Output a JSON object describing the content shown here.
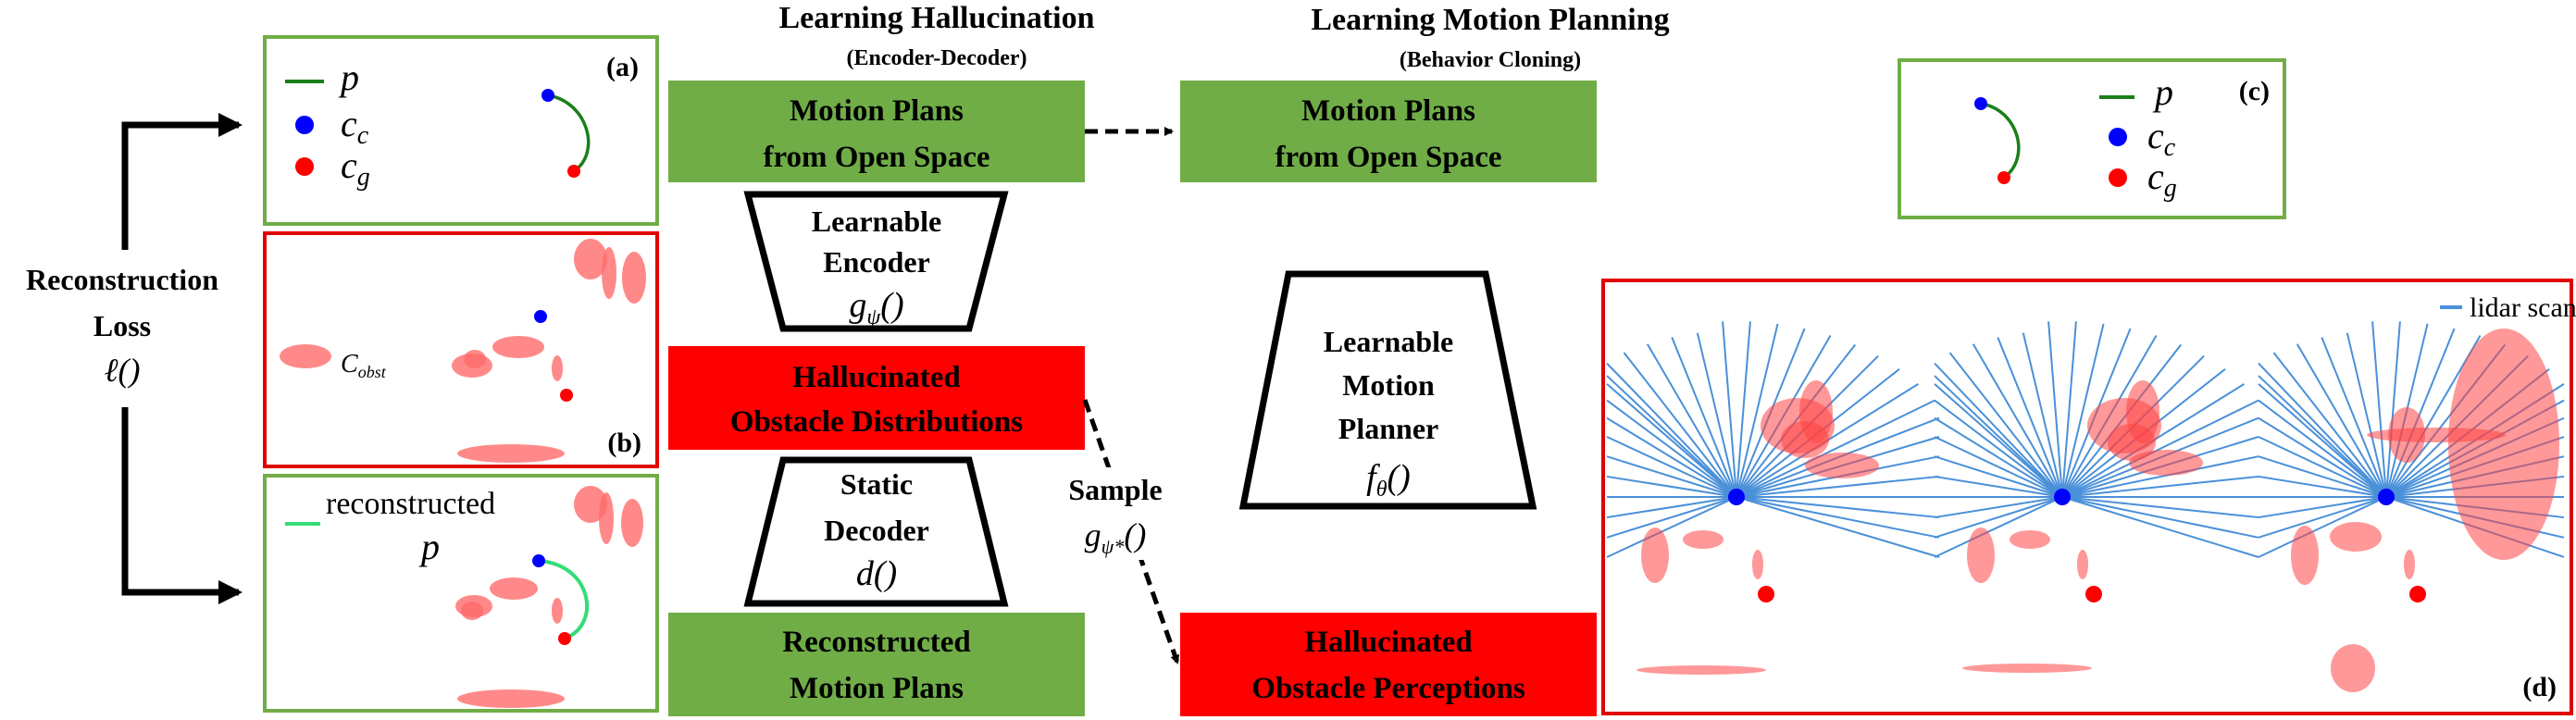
{
  "colors": {
    "green_box": "#70ad47",
    "red_box": "#ff0000",
    "panel_green_border": "#70ad47",
    "panel_red_border": "#e00000",
    "obstacle": "#ff6b6b",
    "path": "#1a7f1a",
    "reconstructed_path": "#33dd77",
    "current_point": "#0000ff",
    "goal_point": "#ff0000",
    "lidar": "#4a90d9"
  },
  "headers": {
    "left_title": "Learning Hallucination",
    "left_subtitle": "(Encoder-Decoder)",
    "right_title": "Learning Motion Planning",
    "right_subtitle": "(Behavior Cloning)"
  },
  "boxes": {
    "motion_plans_1": "Motion Plans",
    "motion_plans_2": "from Open Space",
    "motion_plans_b_1": "Motion Plans",
    "motion_plans_b_2": "from Open Space",
    "hallucinated_dist_1": "Hallucinated",
    "hallucinated_dist_2": "Obstacle Distributions",
    "reconstructed_1": "Reconstructed",
    "reconstructed_2": "Motion Plans",
    "hallucinated_perc_1": "Hallucinated",
    "hallucinated_perc_2": "Obstacle Perceptions"
  },
  "trapezoids": {
    "encoder_1": "Learnable",
    "encoder_2": "Encoder",
    "encoder_fn": "g",
    "encoder_sub": "ψ",
    "encoder_args": "()",
    "decoder_1": "Static",
    "decoder_2": "Decoder",
    "decoder_fn": "d()",
    "planner_1": "Learnable",
    "planner_2": "Motion",
    "planner_3": "Planner",
    "planner_fn": "f",
    "planner_sub": "θ",
    "planner_args": "()"
  },
  "sample": {
    "label": "Sample",
    "fn": "g",
    "sub": "ψ*",
    "args": "()"
  },
  "loss": {
    "line1": "Reconstruction",
    "line2": "Loss",
    "fn": "ℓ()"
  },
  "panels": {
    "a_tag": "(a)",
    "b_tag": "(b)",
    "c_tag": "(c)",
    "d_tag": "(d)",
    "legend_p": "p",
    "legend_c": "c",
    "legend_c_sub": "c",
    "legend_g": "c",
    "legend_g_sub": "g",
    "obst_label": "C",
    "obst_sub": "obst",
    "reconstructed_label": "reconstructed",
    "reconstructed_p": "p",
    "lidar_label": "lidar scan"
  }
}
